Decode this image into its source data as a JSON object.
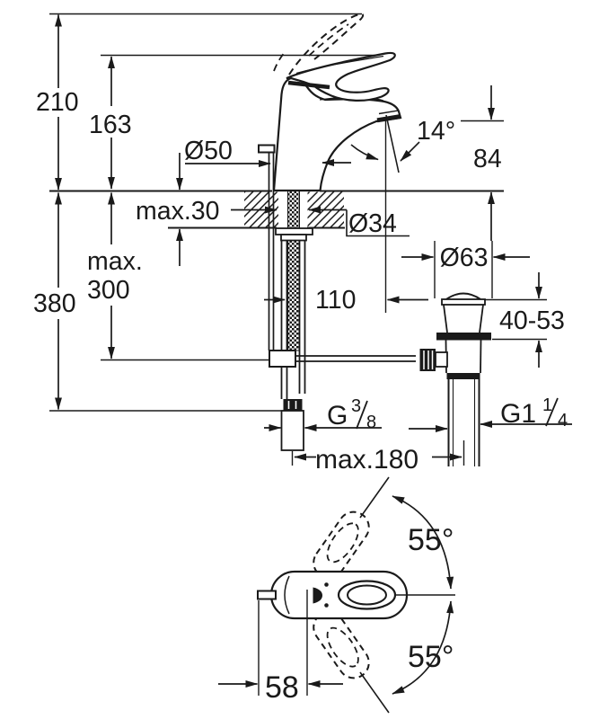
{
  "drawing": {
    "kind": "faucet installation dimension drawing",
    "ink_color": "#1a1a1a",
    "background_color": "#ffffff",
    "side_view": {
      "height_overall": "210",
      "height_to_handle": "163",
      "base_diameter": "Ø50",
      "spout_angle": "14°",
      "spout_outlet_height": "84",
      "deck_thickness": "max.30",
      "hole_diameter": "Ø34",
      "hose_reach_line1": "max.",
      "hose_reach_line2": "300",
      "hose_length": "380",
      "spout_reach": "110",
      "waste_flange_diameter": "Ø63",
      "basin_thickness_range": "40-53",
      "supply_thread": {
        "prefix": "G",
        "numerator": "3",
        "denominator": "8"
      },
      "waste_thread": {
        "prefix": "G1",
        "numerator": "1",
        "denominator": "4"
      },
      "install_width": "max.180"
    },
    "top_view": {
      "swivel_up": "55°",
      "swivel_down": "55°",
      "handle_offset": "58"
    }
  }
}
